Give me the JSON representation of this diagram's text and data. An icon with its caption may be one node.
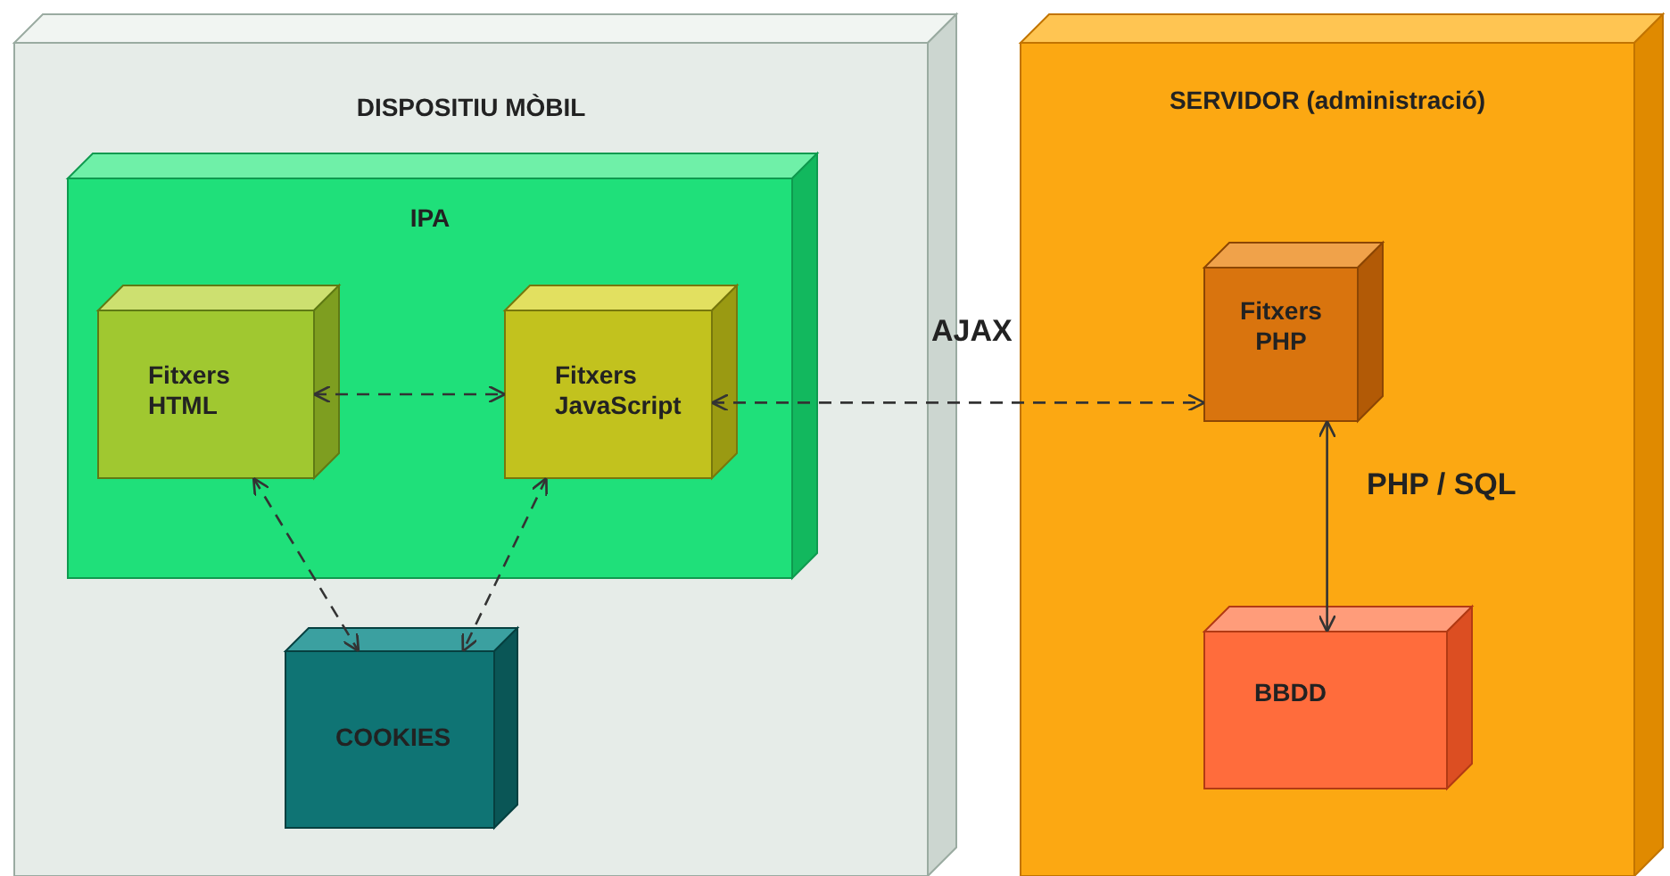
{
  "diagram": {
    "nodes": [
      {
        "text": [
          "DISPOSITIU MÒBIL"
        ]
      },
      {
        "text": [
          "IPA"
        ],
        "in": 0
      },
      {
        "text": [
          "Fitxers HTML"
        ],
        "in": 1
      },
      {
        "text": [
          "Fitxers JavaScript"
        ],
        "in": 1
      },
      {
        "text": [
          "COOKIES"
        ],
        "in": 0
      },
      {
        "text": [
          "SERVIDOR (administració)"
        ]
      },
      {
        "text": [
          "Fitxers PHP"
        ],
        "in": 5
      },
      {
        "text": [
          "BBDD"
        ],
        "in": 5
      }
    ],
    "edges": [
      {
        "from": 2,
        "to": 3,
        "arrow": "both",
        "style": "dashed"
      },
      {
        "from": 2,
        "to": 4,
        "arrow": "both",
        "style": "dashed"
      },
      {
        "from": 3,
        "to": 4,
        "arrow": "both",
        "style": "dashed"
      },
      {
        "from": 3,
        "to": 6,
        "arrow": "both",
        "style": "dashed",
        "label": "AJAX"
      },
      {
        "from": 6,
        "to": 7,
        "arrow": "both",
        "label": "PHP / SQL"
      }
    ]
  }
}
